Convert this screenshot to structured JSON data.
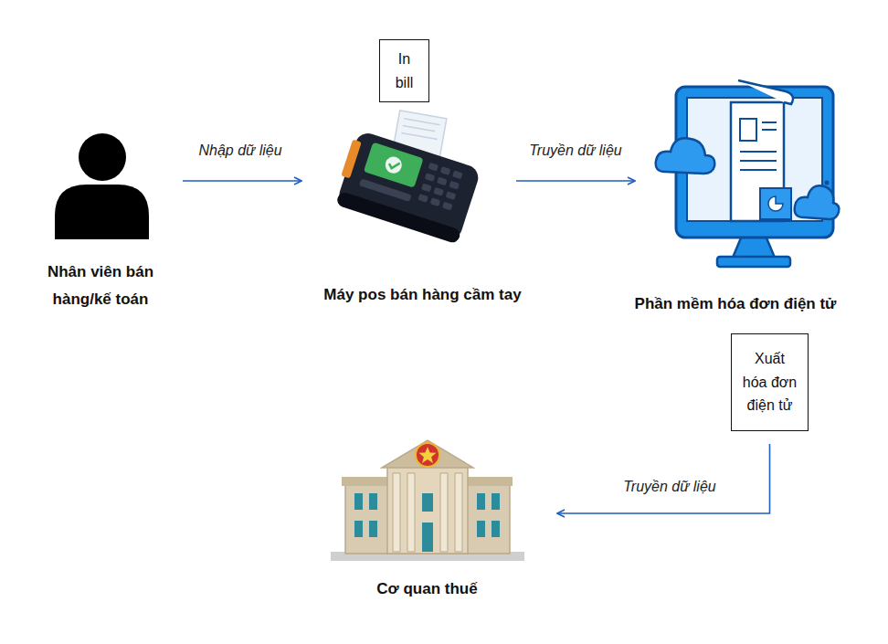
{
  "diagram": {
    "nodes": [
      {
        "text": [
          "Nhân viên bán hàng/kế toán"
        ]
      },
      {
        "text": [
          "In bill"
        ]
      },
      {
        "text": [
          "Máy pos bán hàng cầm tay"
        ]
      },
      {
        "text": [
          "Phần mềm hóa đơn điện tử"
        ]
      },
      {
        "text": [
          "Xuất hóa đơn điện tử"
        ]
      },
      {
        "text": [
          "Cơ quan thuế"
        ]
      }
    ],
    "edges": [
      {
        "from": 0,
        "to": 2,
        "label": "Nhập dữ liệu",
        "arrow": "to"
      },
      {
        "from": 2,
        "to": 3,
        "label": "Truyền dữ liệu",
        "arrow": "to"
      },
      {
        "from": 4,
        "to": 5,
        "label": "Truyền dữ liệu",
        "arrow": "to"
      }
    ]
  }
}
